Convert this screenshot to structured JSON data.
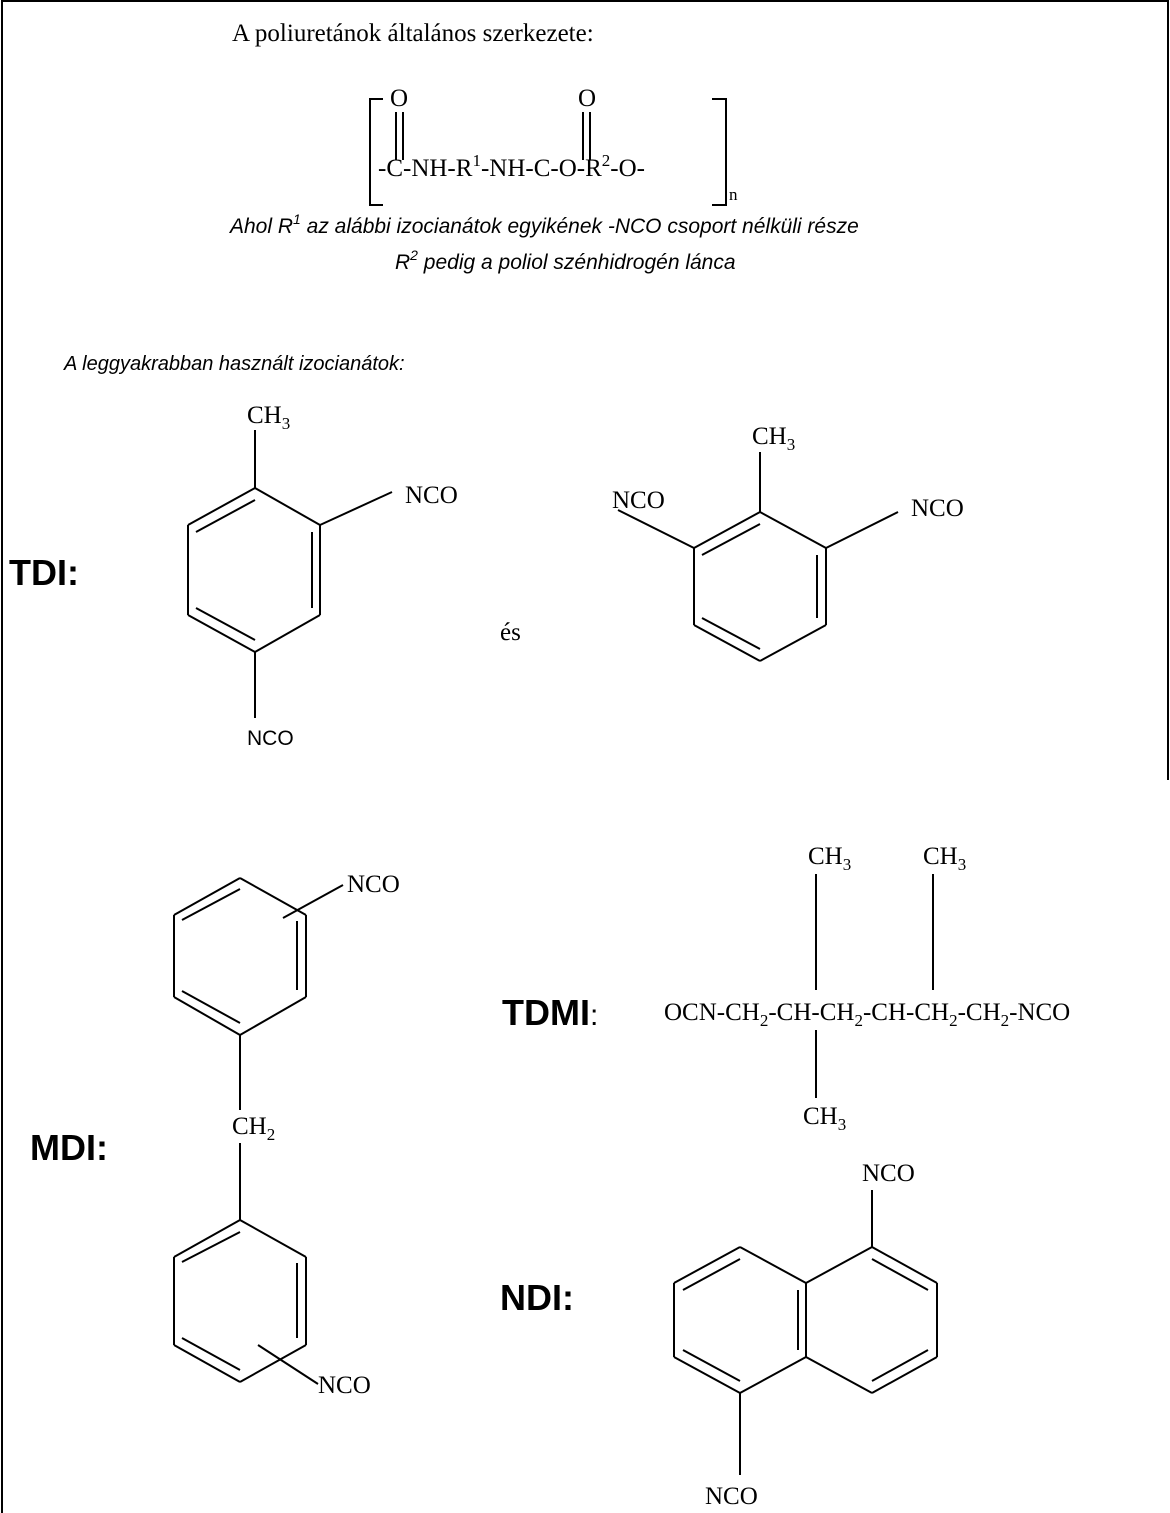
{
  "general": {
    "title": "A poliuretánok általános szerkezete:",
    "formula": {
      "oxygen": "O",
      "part1": "-C-NH-R",
      "sup1": "1",
      "part2": "-NH-C-O-R",
      "sup2": "2",
      "part3": "-O-",
      "subscript": "n"
    },
    "explain": {
      "line1_a": "Ahol  R",
      "line1_sup": "1",
      "line1_b": "  az alábbi izocianátok egyikének -NCO csoport nélküli része",
      "line2_a": "R",
      "line2_sup": "2",
      "line2_b": "  pedig a poliol szénhidrogén lánca"
    }
  },
  "subtitle": "A leggyakrabban használt izocianátok:",
  "common": {
    "nco": "NCO",
    "ch": "CH",
    "sub3": "3",
    "sub2": "2"
  },
  "tdi": {
    "label": "TDI:",
    "and_text": "és"
  },
  "mdi": {
    "label": "MDI:"
  },
  "tdmi": {
    "label_bold": "TDMI",
    "label_colon": ":",
    "chain": {
      "p1": "OCN-CH",
      "s1": "2",
      "p2": "-CH-CH",
      "s2": "2",
      "p3": "-CH-CH",
      "s3": "2",
      "p4": "-CH",
      "s4": "2",
      "p5": "-NCO"
    }
  },
  "ndi": {
    "label": "NDI:"
  }
}
